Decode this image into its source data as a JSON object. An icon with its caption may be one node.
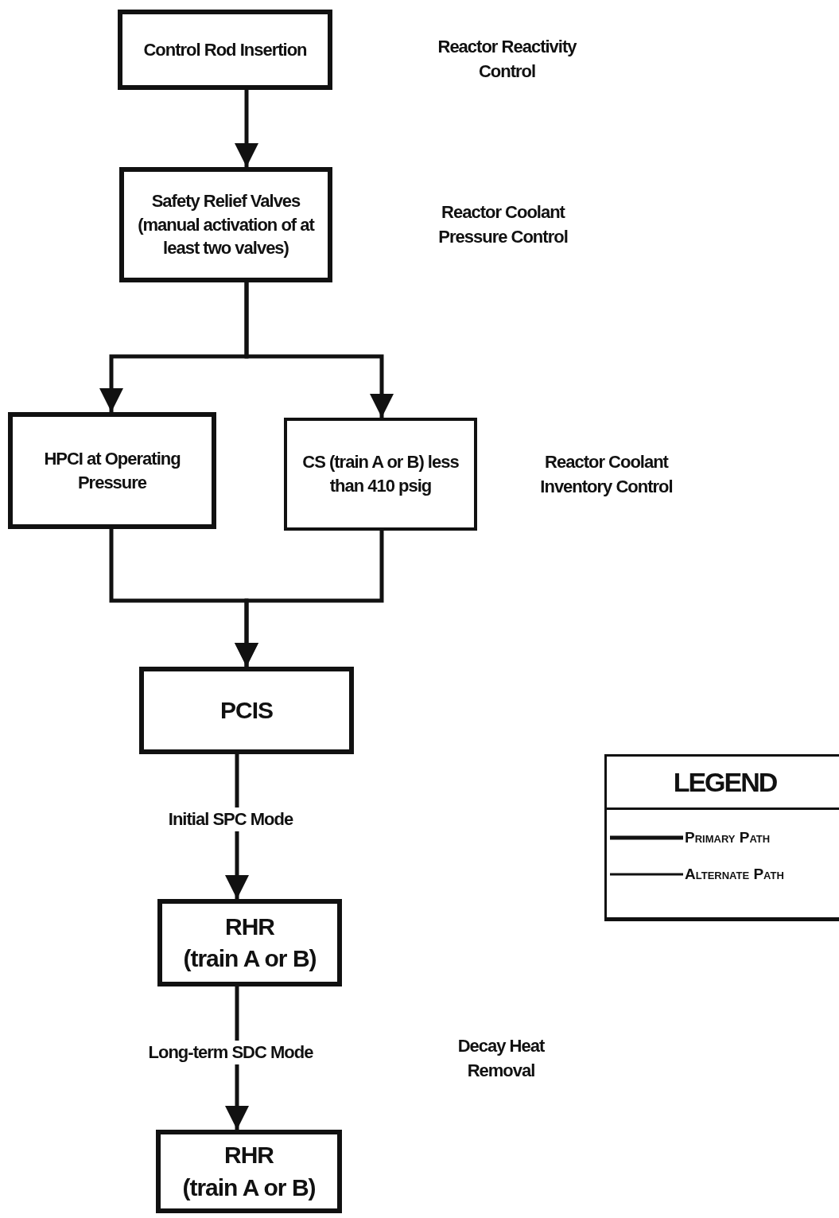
{
  "diagram": {
    "nodes": [
      {
        "text": [
          "Control Rod Insertion"
        ]
      },
      {
        "text": [
          "Safety Relief Valves (manual activation of at least two valves)"
        ]
      },
      {
        "text": [
          "HPCI at Operating Pressure"
        ]
      },
      {
        "text": [
          "CS (train A or B) less than 410 psig"
        ]
      },
      {
        "text": [
          "PCIS"
        ]
      },
      {
        "text": [
          "RHR",
          "(train A or B)"
        ]
      },
      {
        "text": [
          "RHR",
          "(train A or B)"
        ]
      }
    ],
    "edges": [
      {
        "from": 0,
        "to": 1,
        "arrow": "to"
      },
      {
        "from": 1,
        "to": 2,
        "arrow": "to"
      },
      {
        "from": 1,
        "to": 3,
        "arrow": "to"
      },
      {
        "from": 2,
        "to": 4,
        "arrow": "to"
      },
      {
        "from": 3,
        "to": 4,
        "arrow": "to"
      },
      {
        "from": 4,
        "to": 5,
        "arrow": "to",
        "label": "Initial SPC Mode"
      },
      {
        "from": 5,
        "to": 6,
        "arrow": "to",
        "label": "Long-term SDC Mode"
      }
    ],
    "labels": [
      "Reactor Reactivity Control",
      "Reactor Coolant Pressure Control",
      "Reactor Coolant Inventory Control",
      "Decay Heat Removal",
      "LEGEND"
    ],
    "legend": [
      {
        "text": "Primary Path"
      },
      {
        "text": "Alternate Path"
      }
    ]
  }
}
